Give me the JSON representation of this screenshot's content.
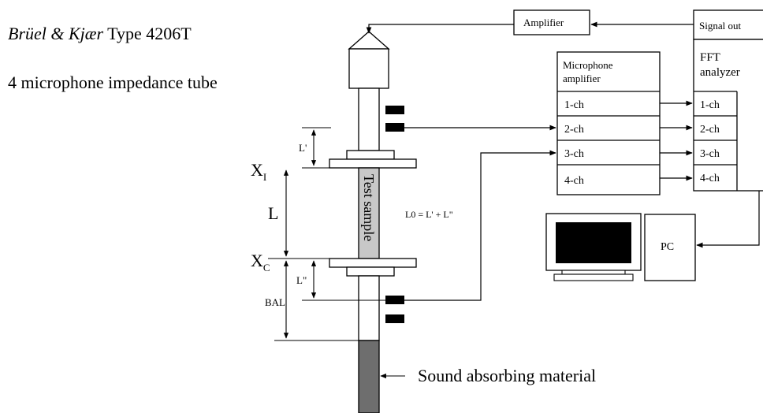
{
  "caption": {
    "brand": "Brüel & Kjær",
    "model": "Type 4206T",
    "subtitle": "4 microphone impedance tube"
  },
  "tube": {
    "test_sample_label": "Test sample",
    "absorber_label": "Sound absorbing material"
  },
  "dimensions": {
    "xi_main": "X",
    "xi_sub": "I",
    "xc_main": "X",
    "xc_sub": "C",
    "l": "L",
    "l_prime": "L'",
    "l_double_prime": "L\"",
    "bal": "BAL",
    "l0_formula": "L0 = L' + L\""
  },
  "amplifier": {
    "label": "Amplifier"
  },
  "signal_out": {
    "label": "Signal out"
  },
  "mic_amp": {
    "title_line1": "Microphone",
    "title_line2": "amplifier",
    "channels": [
      "1-ch",
      "2-ch",
      "3-ch",
      "4-ch"
    ]
  },
  "fft": {
    "title_line1": "FFT",
    "title_line2": "analyzer",
    "channels": [
      "1-ch",
      "2-ch",
      "3-ch",
      "4-ch"
    ]
  },
  "pc": {
    "label": "PC"
  },
  "colors": {
    "line": "#000000",
    "sample_fill": "#c8c8c8",
    "absorber_fill": "#6e6e6e",
    "monitor_screen": "#000000",
    "background": "#ffffff"
  }
}
